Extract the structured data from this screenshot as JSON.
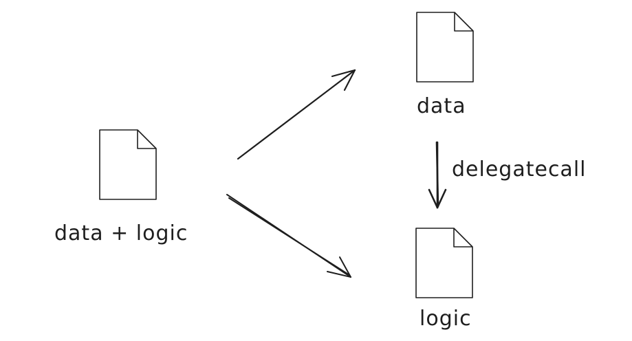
{
  "diagram": {
    "nodes": {
      "combined": {
        "label": "data + logic",
        "icon": "document-icon"
      },
      "data": {
        "label": "data",
        "icon": "document-icon"
      },
      "logic": {
        "label": "logic",
        "icon": "document-icon"
      }
    },
    "edges": [
      {
        "from": "combined",
        "to": "data",
        "label": ""
      },
      {
        "from": "combined",
        "to": "logic",
        "label": ""
      },
      {
        "from": "data",
        "to": "logic",
        "label": "delegatecall"
      }
    ],
    "colors": {
      "stroke": "#1e1e1e",
      "paper": "#ffffff",
      "background": "#ffffff"
    }
  }
}
